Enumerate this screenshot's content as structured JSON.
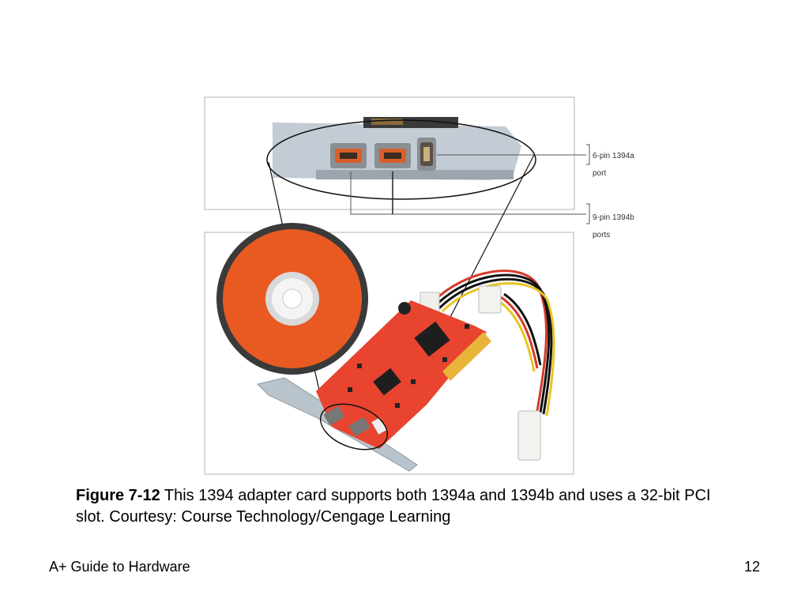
{
  "figure": {
    "callouts": {
      "six_pin_line1": "6-pin 1394a",
      "six_pin_line2": "port",
      "nine_pin_line1": "9-pin 1394b",
      "nine_pin_line2": "ports"
    },
    "colors": {
      "card_red": "#e8442f",
      "pci_gold": "#e9b43a",
      "bracket_gray": "#b9c3cc",
      "disc_orange": "#e85a22"
    }
  },
  "caption": {
    "label": "Figure 7-12",
    "text": " This 1394 adapter card supports both 1394a and 1394b and uses a 32-bit PCI slot. Courtesy: Course Technology/Cengage Learning"
  },
  "footer": {
    "left": "A+ Guide to Hardware",
    "page_number": "12"
  }
}
